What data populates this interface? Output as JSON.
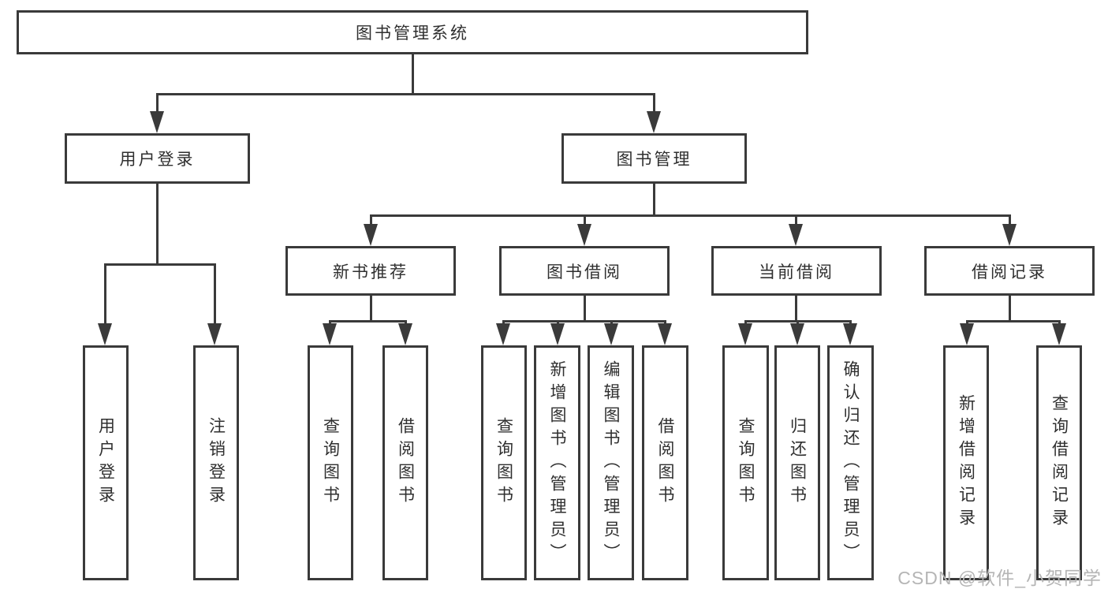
{
  "diagram": {
    "title": "图书管理系统",
    "level1": [
      {
        "label": "用户登录",
        "children": [
          "用户登录",
          "注销登录"
        ]
      },
      {
        "label": "图书管理"
      }
    ],
    "level2": [
      {
        "label": "新书推荐",
        "children": [
          "查询图书",
          "借阅图书"
        ]
      },
      {
        "label": "图书借阅",
        "children": [
          "查询图书",
          "新增图书（管理员）",
          "编辑图书（管理员）",
          "借阅图书"
        ]
      },
      {
        "label": "当前借阅",
        "children": [
          "查询图书",
          "归还图书",
          "确认归还（管理员）"
        ]
      },
      {
        "label": "借阅记录",
        "children": [
          "新增借阅记录",
          "查询借阅记录"
        ]
      }
    ],
    "watermark": "CSDN @软件_小贺同学",
    "colors": {
      "line": "#3a3a3a",
      "text": "#2f2f2f",
      "background": "#ffffff",
      "watermark": "#b5b5b5"
    }
  }
}
